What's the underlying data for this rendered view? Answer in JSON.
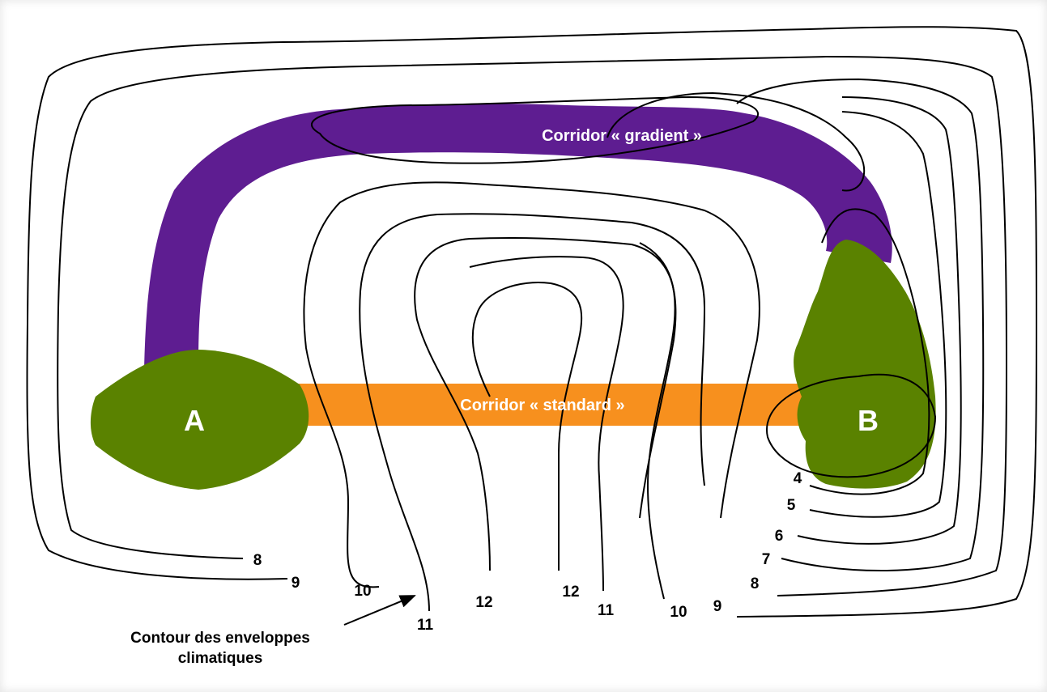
{
  "colors": {
    "habitat": "#5a8200",
    "corridor_gradient": "#5e1d91",
    "corridor_standard": "#f7901e",
    "contour": "#000000",
    "label_light": "#ffffff"
  },
  "habitats": {
    "a_label": "A",
    "b_label": "B"
  },
  "corridors": {
    "gradient_label": "Corridor « gradient »",
    "standard_label": "Corridor « standard »"
  },
  "contours": {
    "left_labels": [
      "8",
      "9",
      "10",
      "11",
      "12"
    ],
    "right_labels": [
      "12",
      "11",
      "10",
      "9",
      "8",
      "7",
      "6",
      "5",
      "4"
    ]
  },
  "annotation": {
    "line1": "Contour des enveloppes",
    "line2": "climatiques"
  }
}
